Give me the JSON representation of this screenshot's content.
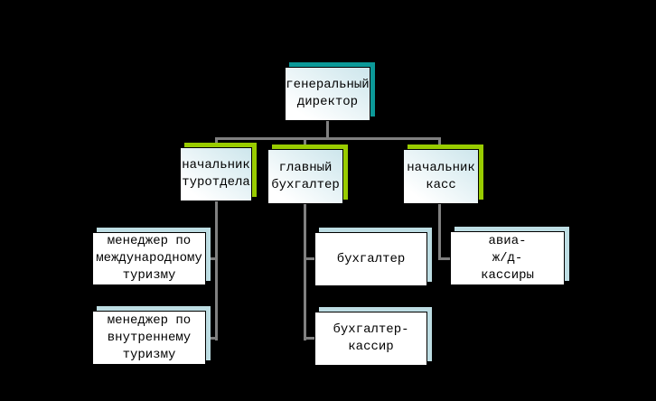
{
  "diagram": {
    "type": "org-chart",
    "background": "#000000"
  },
  "colors": {
    "teal_shadow": "#0b9998",
    "green_shadow": "#99cc00",
    "blue_shadow": "#bddde3",
    "connector": "#808080",
    "box_border": "#000000",
    "gradient_top": "#cde6ec",
    "gradient_bottom": "#ffffff",
    "canvas_bg": "#000000",
    "text_color": "#000000"
  },
  "org": {
    "nodes": {
      "root": {
        "label": [
          "генеральный",
          "директор"
        ]
      },
      "turotdel": {
        "label": [
          "начальник",
          "туротдела"
        ]
      },
      "glavbuh": {
        "label": [
          "главный",
          "бухгалтер"
        ]
      },
      "nachkass": {
        "label": [
          "начальник",
          "касс"
        ]
      },
      "mgr_int": {
        "label": [
          "менеджер по",
          "международному",
          "туризму"
        ]
      },
      "mgr_dom": {
        "label": [
          "менеджер по",
          "внутреннему",
          "туризму"
        ]
      },
      "buh": {
        "label": [
          "бухгалтер"
        ]
      },
      "buhkass": {
        "label": [
          "бухгалтер-",
          "кассир"
        ]
      },
      "avia": {
        "label": [
          "авиа-",
          "ж/д-",
          "кассиры"
        ]
      }
    }
  }
}
